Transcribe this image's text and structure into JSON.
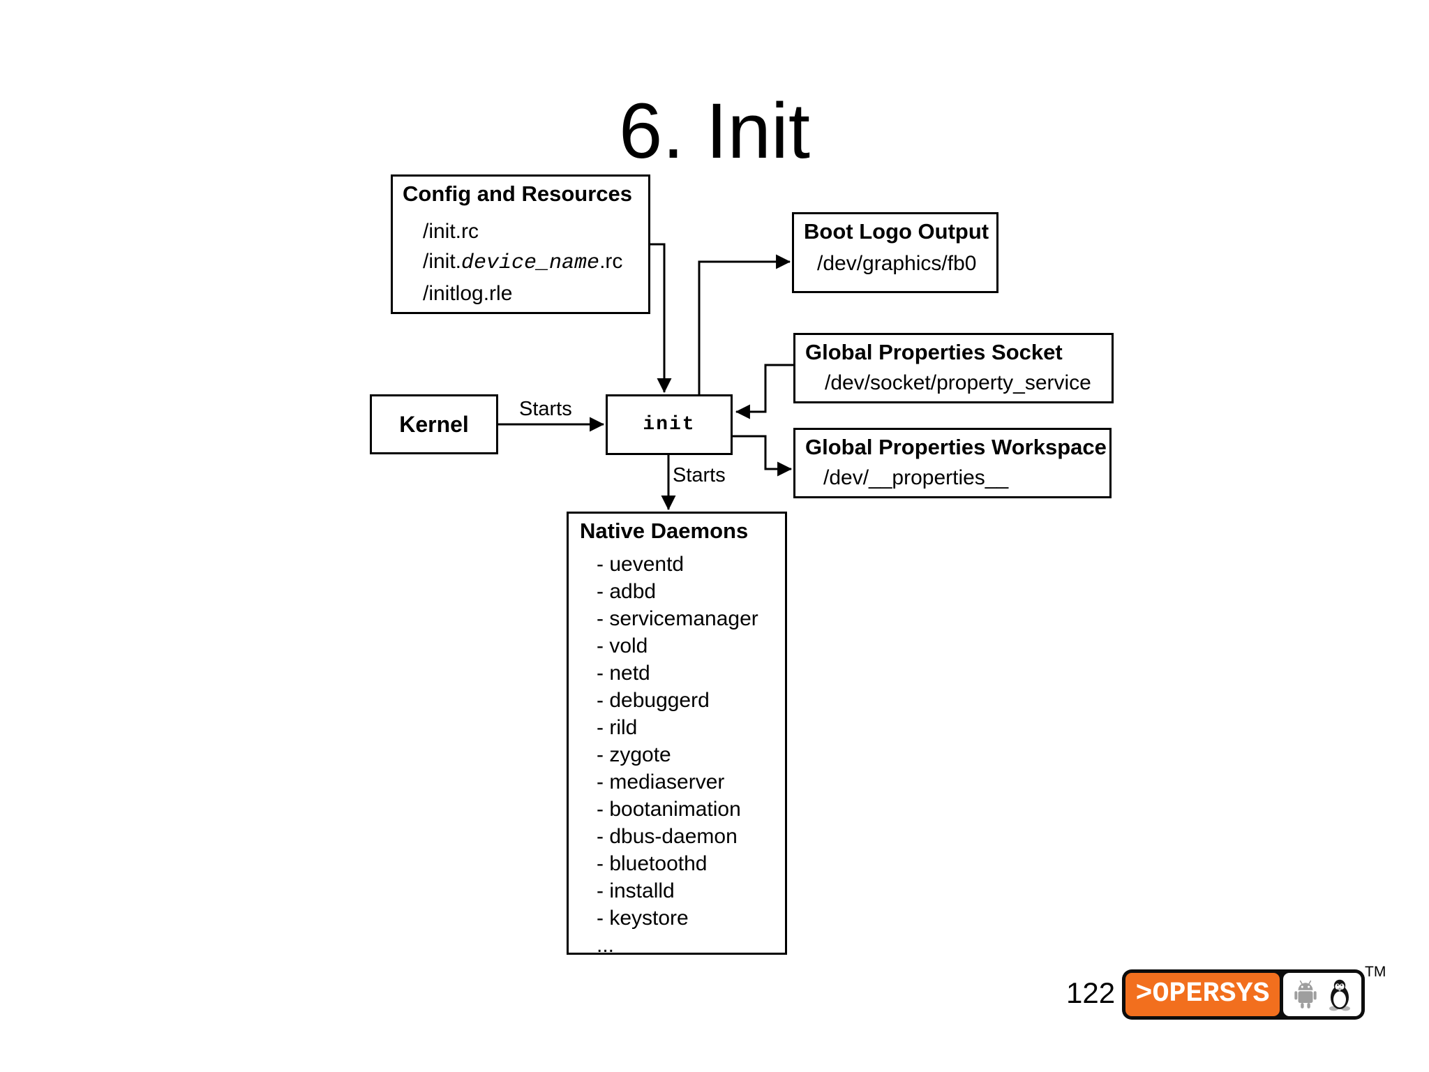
{
  "theme": {
    "accent-orange": "#F26F1E",
    "robot-gray": "#9E9E9E",
    "line-color": "#000000"
  },
  "slide": {
    "title": "6. Init",
    "page_number": "122",
    "trademark": "TM"
  },
  "edge_labels": {
    "kernel_starts": "Starts",
    "native_starts": "Starts"
  },
  "boxes": {
    "config": {
      "title": "Config and Resources",
      "item1": "/init.rc",
      "item2_pre": "/init.",
      "item2_var": "device_name",
      "item2_post": ".rc",
      "item3": "/initlog.rle"
    },
    "boot_logo": {
      "title": "Boot Logo Output",
      "item": "/dev/graphics/fb0"
    },
    "kernel": {
      "label": "Kernel"
    },
    "init": {
      "label": "init"
    },
    "socket": {
      "title": "Global Properties Socket",
      "item": "/dev/socket/property_service"
    },
    "workspace": {
      "title": "Global Properties Workspace",
      "item": "/dev/__properties__"
    },
    "native": {
      "title": "Native Daemons",
      "items": [
        "- ueventd",
        "- adbd",
        "- servicemanager",
        "- vold",
        "- netd",
        "- debuggerd",
        "- rild",
        "- zygote",
        "- mediaserver",
        "- bootanimation",
        "- dbus-daemon",
        "- bluetoothd",
        "- installd",
        "- keystore",
        "..."
      ]
    }
  },
  "logo": {
    "brand": ">OPERSYS",
    "icons": [
      "android-robot",
      "tux-penguin"
    ]
  }
}
